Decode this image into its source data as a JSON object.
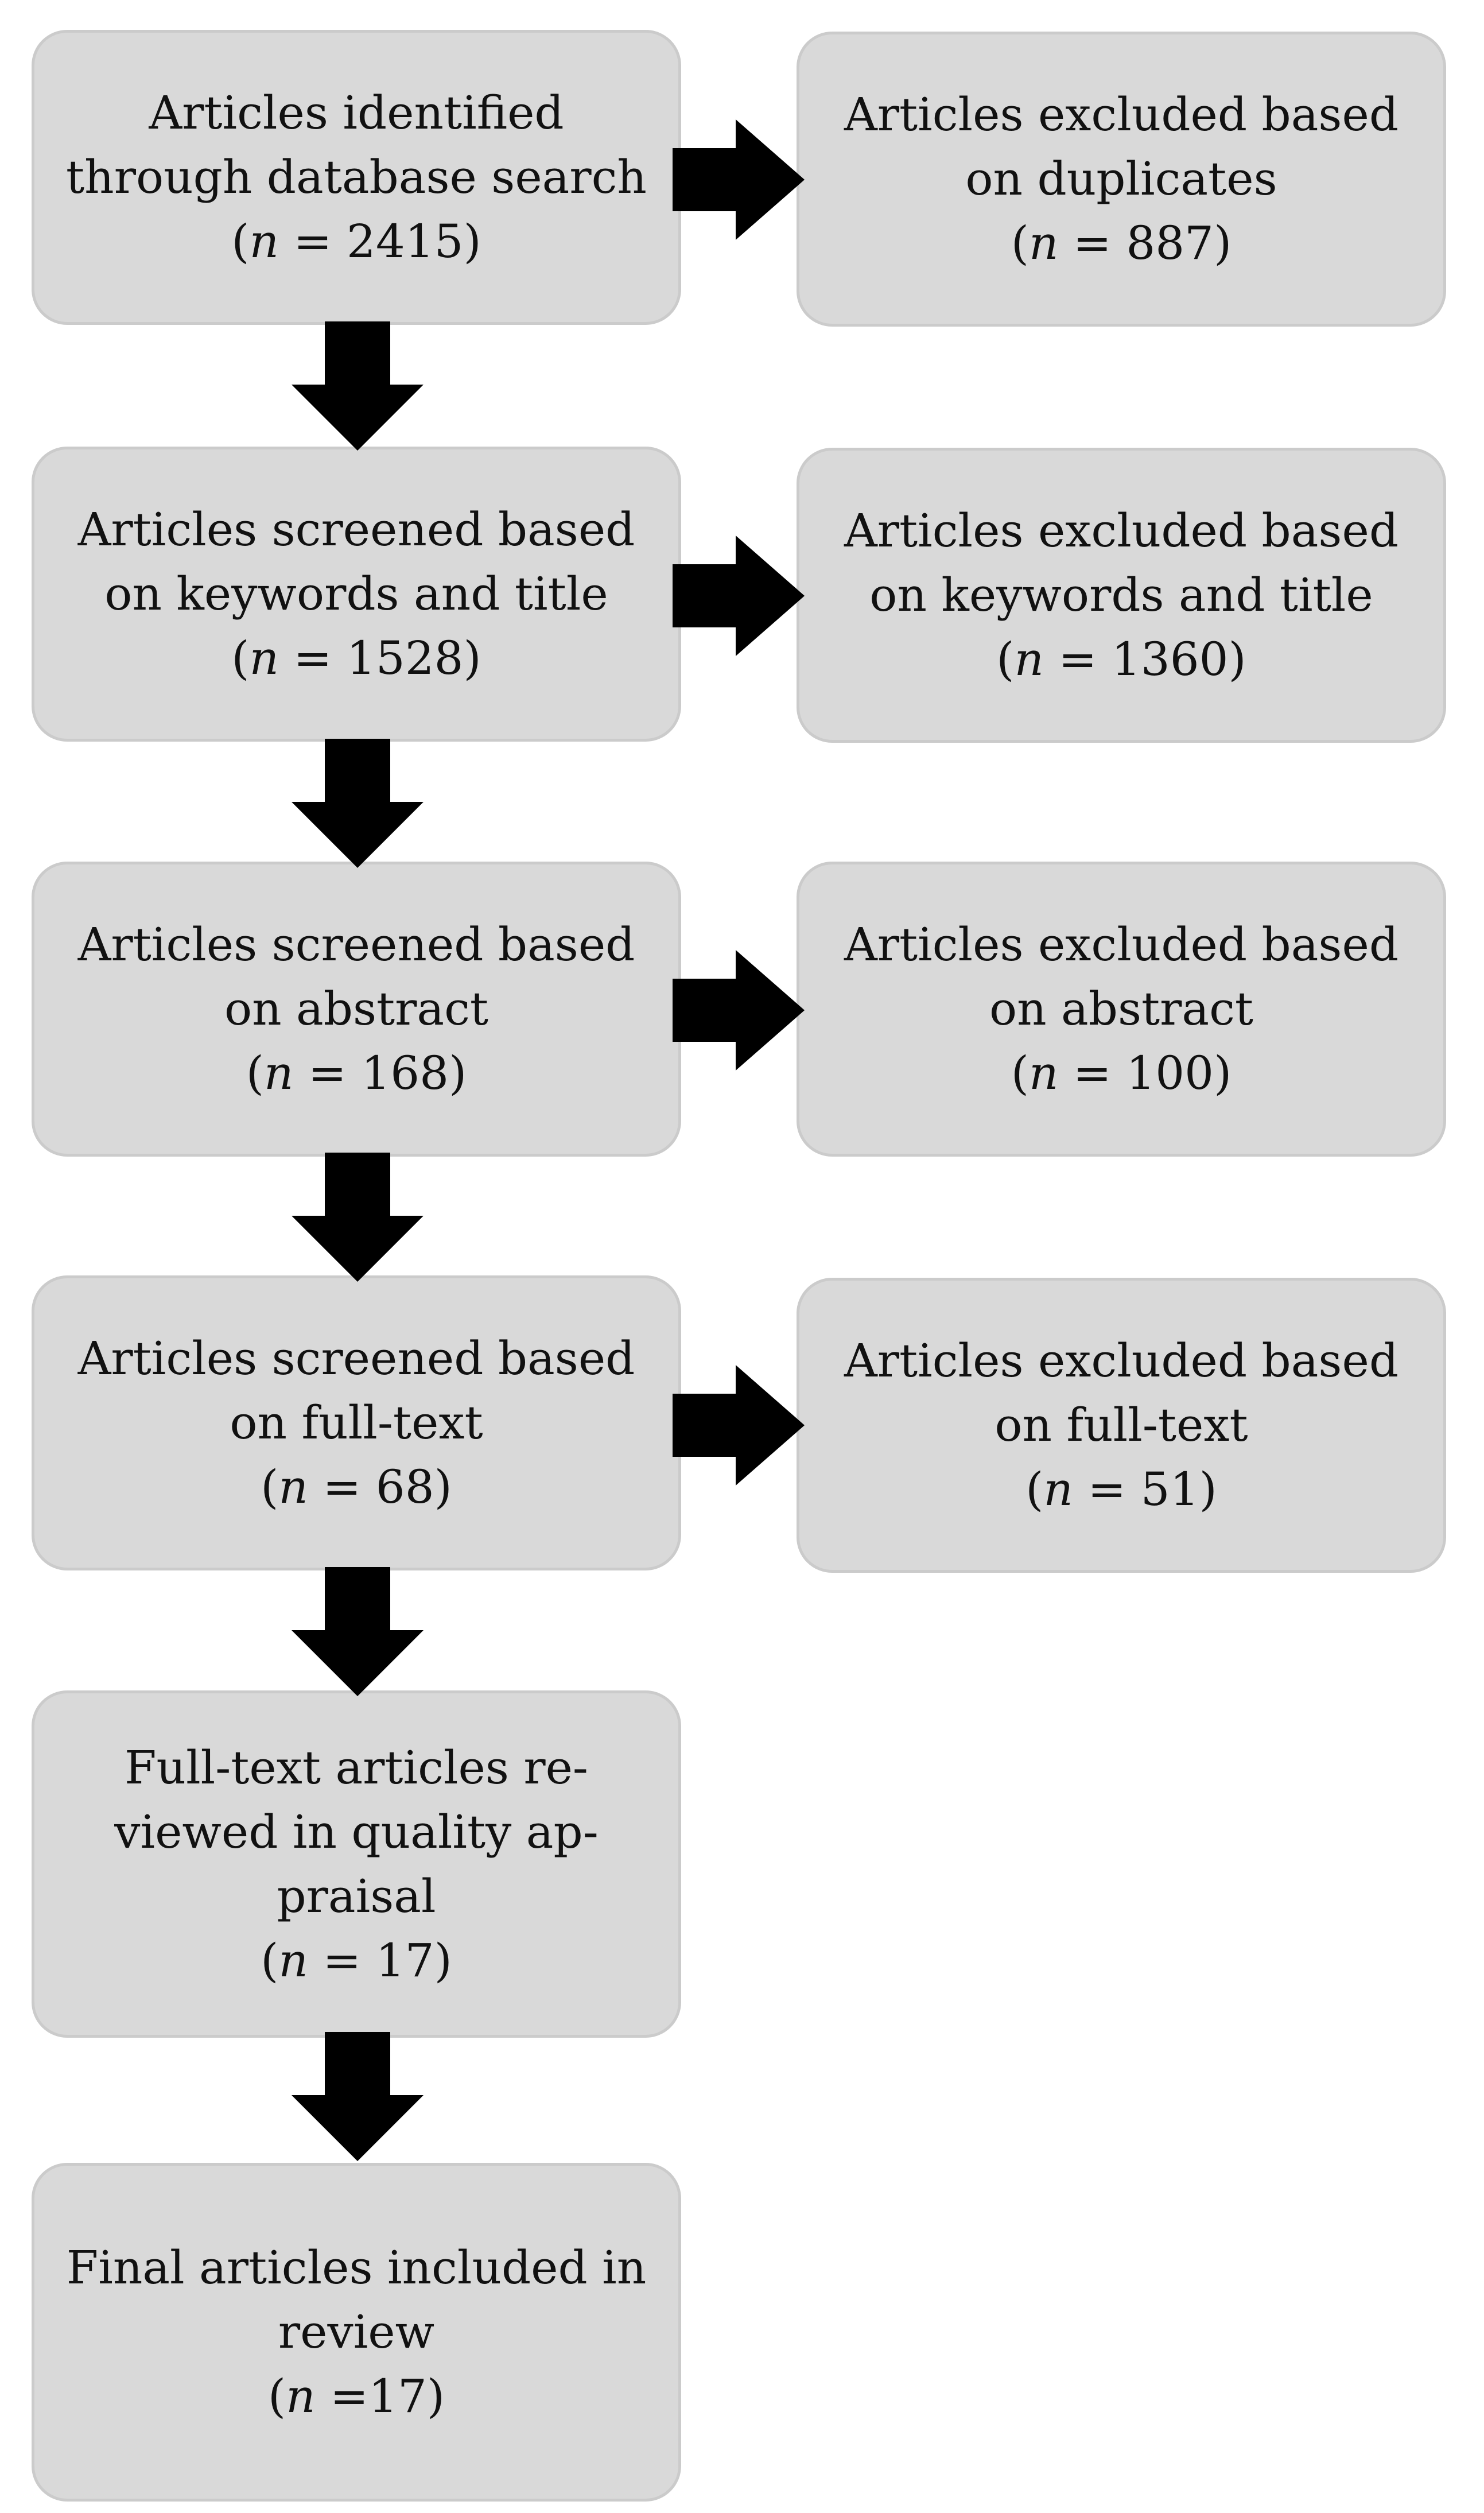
{
  "left_boxes": [
    {
      "lines": [
        "Articles identified",
        "through database search"
      ],
      "n_label": "n",
      "n_value": "= 2415"
    },
    {
      "lines": [
        "Articles screened based",
        "on keywords and title"
      ],
      "n_label": "n",
      "n_value": "= 1528"
    },
    {
      "lines": [
        "Articles screened based",
        "on abstract"
      ],
      "n_label": "n",
      "n_value": "= 168"
    },
    {
      "lines": [
        "Articles screened based",
        "on full-text"
      ],
      "n_label": "n",
      "n_value": "= 68"
    },
    {
      "lines": [
        "Full-text articles re-",
        "viewed in quality ap-",
        "praisal"
      ],
      "n_label": "n",
      "n_value": "= 17"
    },
    {
      "lines": [
        "Final articles included in",
        "review"
      ],
      "n_label": "n",
      "n_value": "=17"
    }
  ],
  "right_boxes": [
    {
      "lines": [
        "Articles excluded based",
        "on duplicates"
      ],
      "n_label": "n",
      "n_value": "= 887"
    },
    {
      "lines": [
        "Articles excluded based",
        "on keywords and title"
      ],
      "n_label": "n",
      "n_value": "= 1360"
    },
    {
      "lines": [
        "Articles excluded based",
        "on abstract"
      ],
      "n_label": "n",
      "n_value": "= 100"
    },
    {
      "lines": [
        "Articles excluded based",
        "on full-text"
      ],
      "n_label": "n",
      "n_value": "= 51"
    }
  ],
  "colors": {
    "box_fill": "#d9d9d9",
    "box_border": "#cbcbcb",
    "arrow": "#000000",
    "text": "#111111"
  }
}
